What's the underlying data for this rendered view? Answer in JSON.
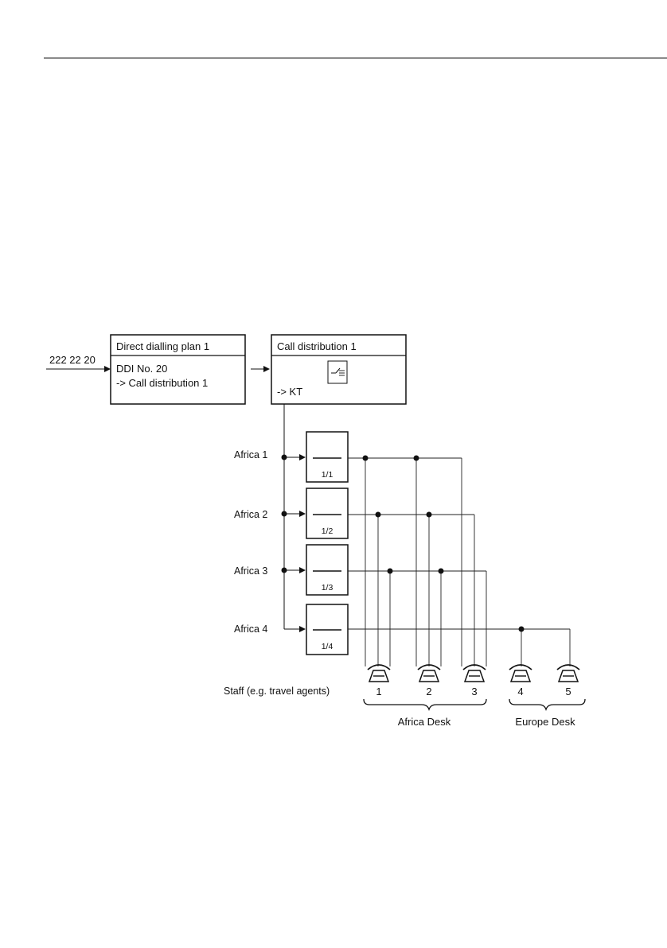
{
  "header": {
    "page_number": ""
  },
  "diagram": {
    "incoming_number": "222 22 20",
    "ddi_box": {
      "title": "Direct dialling plan 1",
      "line1": "DDI No. 20",
      "line2": "-> Call distribution 1"
    },
    "cd_box": {
      "title": "Call distribution 1",
      "target": "-> KT",
      "icon": "switch-icon"
    },
    "groups": [
      {
        "label": "Africa 1",
        "number": "1/1"
      },
      {
        "label": "Africa 2",
        "number": "1/2"
      },
      {
        "label": "Africa 3",
        "number": "1/3"
      },
      {
        "label": "Africa 4",
        "number": "1/4"
      }
    ],
    "staff_label": "Staff (e.g. travel agents)",
    "phones": [
      "1",
      "2",
      "3",
      "4",
      "5"
    ],
    "desks": [
      {
        "label": "Africa Desk"
      },
      {
        "label": "Europe Desk"
      }
    ],
    "phone_icon": "telephone-icon"
  }
}
